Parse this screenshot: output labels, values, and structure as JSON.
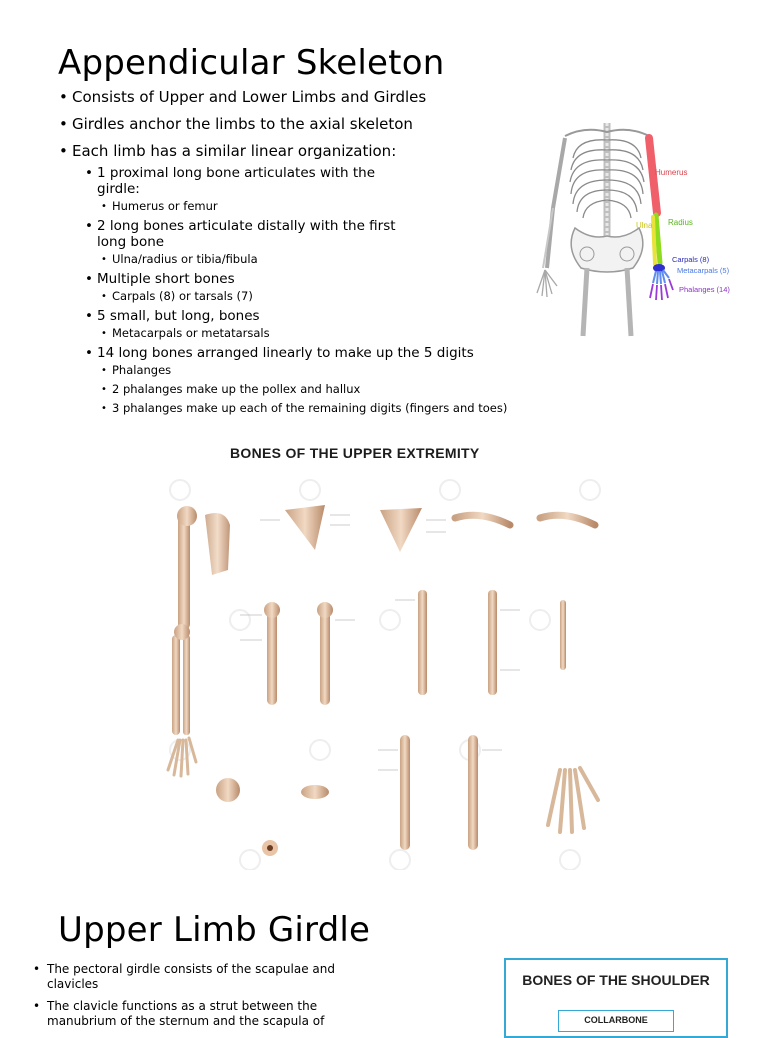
{
  "section1": {
    "title": "Appendicular Skeleton",
    "bullets": [
      "Consists of Upper and Lower Limbs and Girdles",
      "Girdles anchor the limbs to the axial skeleton",
      "Each limb has a similar linear organization:"
    ],
    "sub": [
      {
        "text": "1 proximal long bone articulates with the girdle:",
        "items": [
          "Humerus or femur"
        ]
      },
      {
        "text": "2 long bones articulate distally with the first long bone",
        "items": [
          "Ulna/radius or tibia/fibula"
        ]
      },
      {
        "text": "Multiple short bones",
        "items": [
          "Carpals (8) or tarsals (7)"
        ]
      },
      {
        "text": "5 small, but long, bones",
        "items": [
          "Metacarpals or metatarsals"
        ]
      },
      {
        "text": "14 long bones arranged linearly to make up the 5 digits",
        "items": [
          "Phalanges",
          "2 phalanges make up the pollex and hallux",
          "3 phalanges make up each of the remaining digits (fingers and toes)"
        ]
      }
    ]
  },
  "skeleton_figure": {
    "labels": {
      "humerus": "Humerus",
      "radius": "Radius",
      "ulna": "Ulna",
      "carpals": "Carpals (8)",
      "metacarpals": "Metacarpals (5)",
      "phalanges": "Phalanges (14)"
    },
    "colors": {
      "humerus": "#f0606a",
      "radius": "#8ddb1e",
      "ulna": "#e8e23a",
      "carpals": "#2f2fd0",
      "metacarpals": "#5f8cf0",
      "phalanges": "#9a3ad8",
      "label_humerus": "#d9434c",
      "label_radius": "#59b71a",
      "label_ulna": "#c9c41c",
      "label_carpals": "#2a2ab8",
      "label_metacarpals": "#4a78e0",
      "label_phalanges": "#8a34c4"
    }
  },
  "poster": {
    "title": "BONES OF THE UPPER EXTREMITY"
  },
  "section2": {
    "title": "Upper Limb Girdle",
    "bullets": [
      "The pectoral girdle consists of the scapulae and clavicles",
      "The clavicle functions as a strut between the manubrium of the sternum and the scapula of"
    ]
  },
  "shoulder_figure": {
    "title": "BONES OF THE SHOULDER",
    "label": "COLLARBONE",
    "border_color": "#34a9d6"
  }
}
